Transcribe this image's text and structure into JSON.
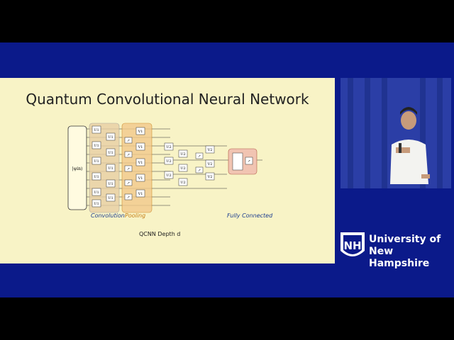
{
  "slide": {
    "title": "Quantum Convolutional Neural Network",
    "labels": {
      "convolution": "Convolution",
      "pooling": "Pooling",
      "fully_connected": "Fully Connected",
      "depth": "QCNN Depth d"
    },
    "input_state": "|ψin⟩",
    "gates": {
      "u1": "U1",
      "v1": "V1",
      "u2": "U2",
      "v2": "V2",
      "measure": "↗"
    }
  },
  "branding": {
    "university_line1": "University of",
    "university_line2": "New Hampshire",
    "logo_letters": "NH",
    "accent": "#0b1a8a"
  }
}
